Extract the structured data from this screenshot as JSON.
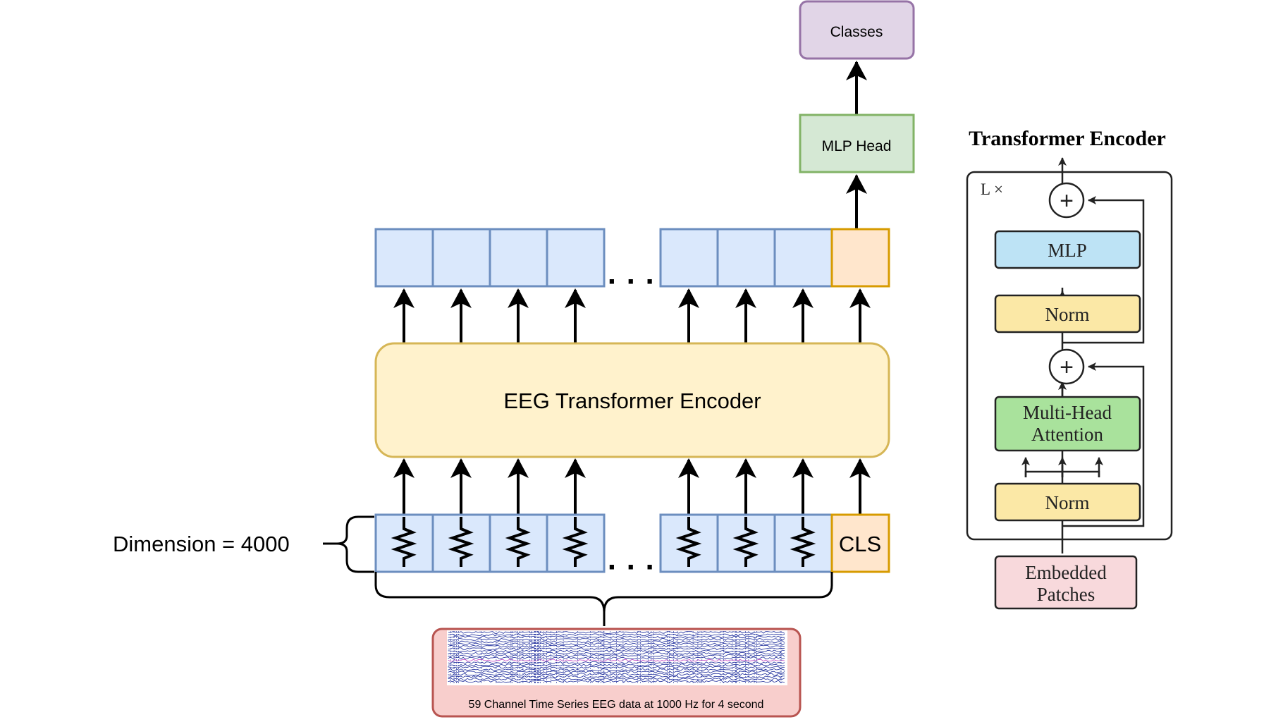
{
  "main_diagram": {
    "classes_label": "Classes",
    "mlp_head_label": "MLP Head",
    "encoder_label": "EEG Transformer Encoder",
    "cls_label": "CLS",
    "dimension_label": "Dimension = 4000",
    "eeg_caption": "59 Channel Time Series EEG data at 1000 Hz for 4 second",
    "ellipsis": "· · ·"
  },
  "encoder_detail": {
    "title": "Transformer Encoder",
    "repeat_label": "L ×",
    "mlp_label": "MLP",
    "norm_top_label": "Norm",
    "attention_label_line1": "Multi-Head",
    "attention_label_line2": "Attention",
    "norm_bottom_label": "Norm",
    "patches_label_line1": "Embedded",
    "patches_label_line2": "Patches",
    "plus_symbol": "+"
  },
  "colors": {
    "token_fill": "#dae8fc",
    "token_stroke": "#6c8ebf",
    "cls_fill": "#ffe6cc",
    "cls_stroke": "#d79b00",
    "encoder_fill": "#fff2cc",
    "encoder_stroke": "#d6b656",
    "mlp_head_fill": "#d5e8d4",
    "mlp_head_stroke": "#82b366",
    "classes_fill": "#e1d5e7",
    "classes_stroke": "#9673a6",
    "eeg_fill": "#f8cecc",
    "eeg_stroke": "#b85450"
  }
}
